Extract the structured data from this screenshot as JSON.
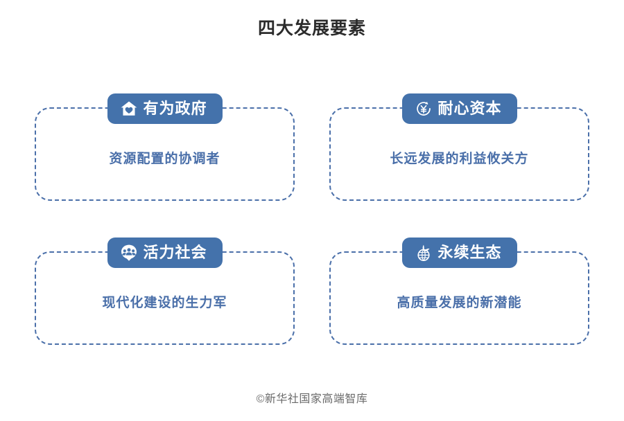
{
  "title": "四大发展要素",
  "footer": "©新华社国家高端智库",
  "theme": {
    "badge_bg": "#4472ab",
    "badge_text": "#ffffff",
    "card_border": "#4a6fa9",
    "body_text": "#4a6fa9",
    "title_text": "#2b2b2b",
    "footer_text": "#6a6a6a",
    "page_bg": "#ffffff"
  },
  "cards": [
    {
      "icon": "home-heart-icon",
      "label": "有为政府",
      "text": "资源配置的协调者"
    },
    {
      "icon": "yuan-refresh-icon",
      "label": "耐心资本",
      "text": "长远发展的利益攸关方"
    },
    {
      "icon": "people-group-icon",
      "label": "活力社会",
      "text": "现代化建设的生力军"
    },
    {
      "icon": "globe-leaf-icon",
      "label": "永续生态",
      "text": "高质量发展的新潜能"
    }
  ]
}
